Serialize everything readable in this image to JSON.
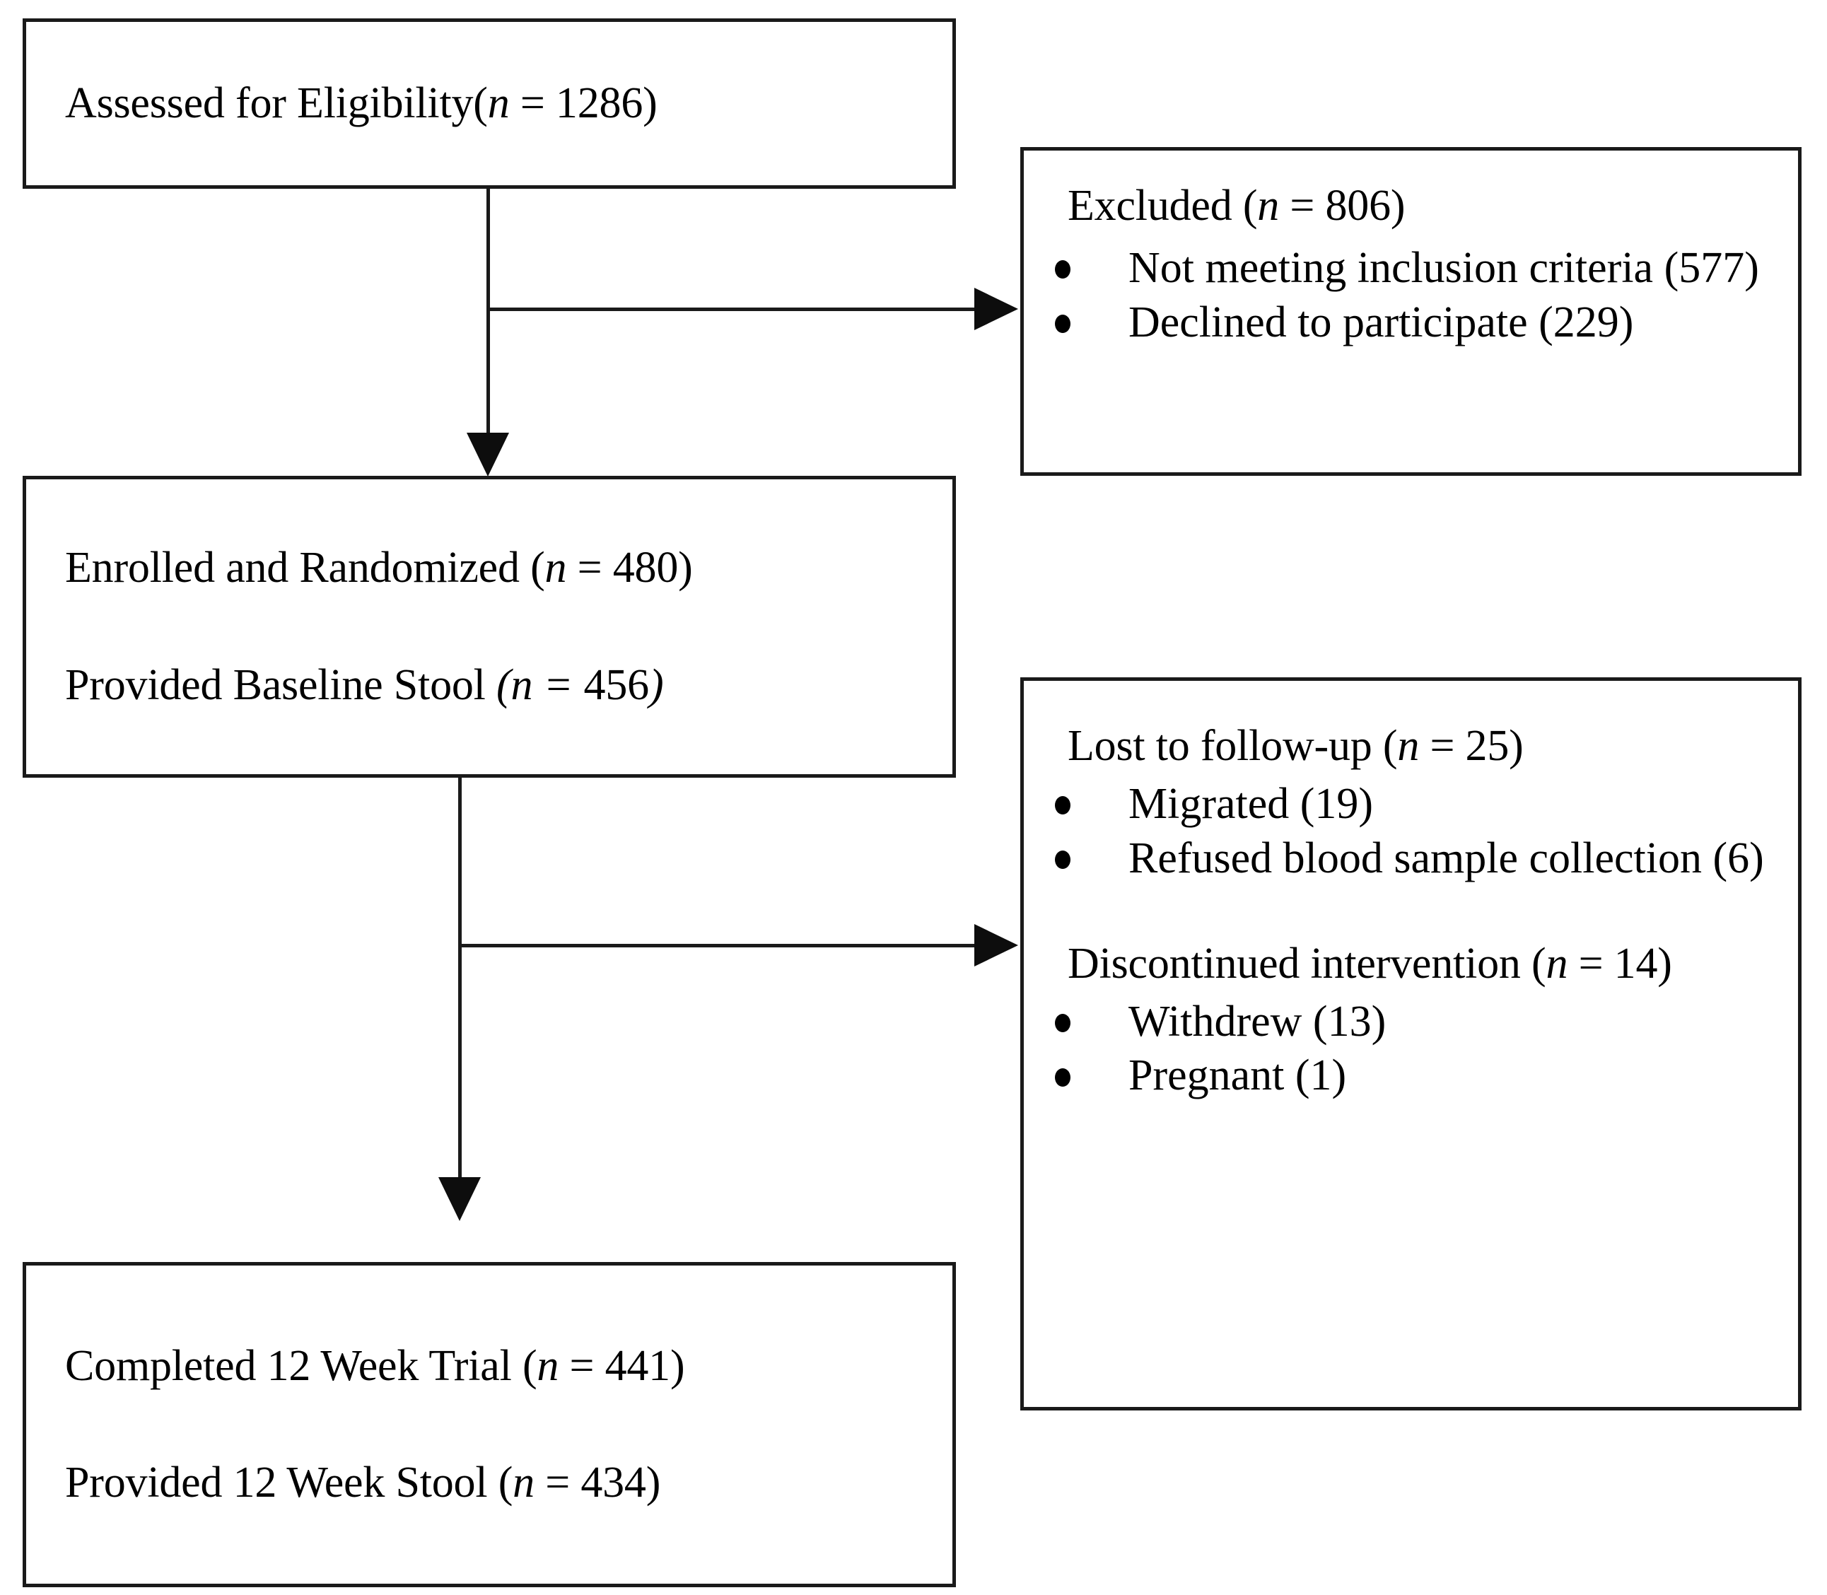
{
  "diagram": {
    "type": "consort-flow-diagram",
    "nodes": {
      "assessed": {
        "label": "Assessed for Eligibility",
        "n_prefix": "(",
        "n_var": "n",
        "n_eq": " = ",
        "n_value": "1286",
        "n_suffix": ")",
        "full_text": "Assessed for Eligibility (n = 1286)"
      },
      "excluded": {
        "heading_label": "Excluded",
        "heading_n_var": "n",
        "heading_n_value": "806",
        "heading_full": "Excluded (n = 806)",
        "bullets": [
          "Not meeting inclusion criteria (577)",
          "Declined to participate (229)"
        ]
      },
      "enrolled": {
        "line1_label": "Enrolled and Randomized",
        "line1_n_var": "n",
        "line1_n_value": "480",
        "line1_full": "Enrolled and Randomized (n = 480)",
        "line2_label": "Provided Baseline Stool",
        "line2_n_var": "n",
        "line2_n_value": "456",
        "line2_full": "Provided Baseline Stool (n = 456)"
      },
      "attrition": {
        "group1_label": "Lost to follow-up",
        "group1_n_var": "n",
        "group1_n_value": "25",
        "group1_full": "Lost to follow-up (n = 25)",
        "group1_bullets": [
          "Migrated (19)",
          "Refused blood sample collection (6)"
        ],
        "group2_label": "Discontinued intervention",
        "group2_n_var": "n",
        "group2_n_value": "14",
        "group2_full": "Discontinued intervention (n = 14)",
        "group2_bullets": [
          "Withdrew (13)",
          "Pregnant (1)"
        ]
      },
      "completed": {
        "line1_label": "Completed 12 Week Trial",
        "line1_n_var": "n",
        "line1_n_value": "441",
        "line1_full": "Completed 12 Week Trial (n = 441)",
        "line2_label": "Provided 12 Week Stool",
        "line2_n_var": "n",
        "line2_n_value": "434",
        "line2_full": "Provided 12 Week Stool (n = 434)"
      }
    },
    "colors": {
      "border": "#1a1a1a",
      "arrow": "#0d0d0d",
      "background": "#ffffff",
      "text": "#000000"
    }
  }
}
